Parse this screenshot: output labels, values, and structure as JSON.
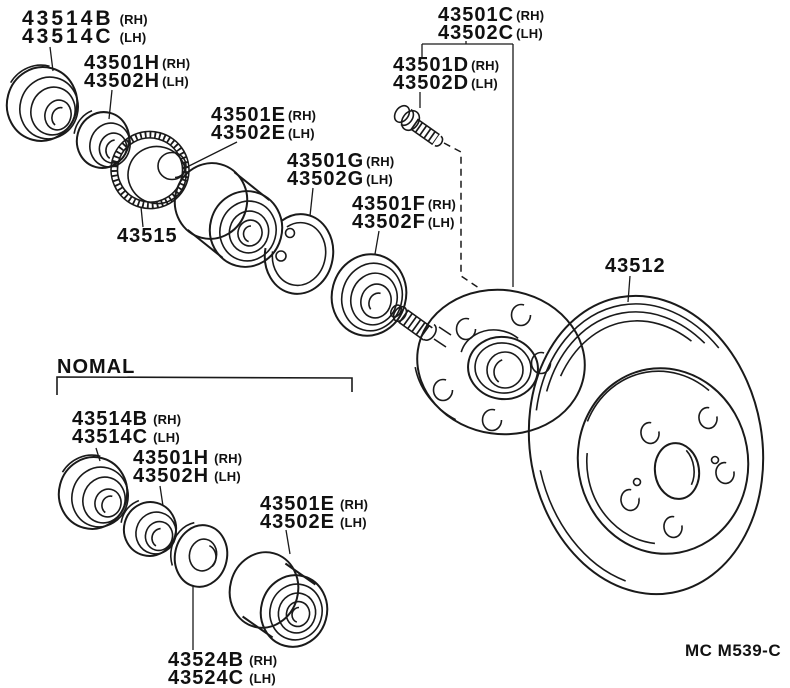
{
  "diagram": {
    "section_label": "NOMAL",
    "drawing_code": "MC M539-C"
  },
  "parts": {
    "dust_cap_top": {
      "rh": "43514B",
      "rh_tag": "(RH)",
      "lh": "43514C",
      "lh_tag": "(LH)"
    },
    "locknut_top": {
      "rh": "43501H",
      "rh_tag": "(RH)",
      "lh": "43502H",
      "lh_tag": "(LH)"
    },
    "abs_rotor": {
      "num": "43515"
    },
    "bearing_top": {
      "rh": "43501E",
      "rh_tag": "(RH)",
      "lh": "43502E",
      "lh_tag": "(LH)"
    },
    "snap_ring": {
      "rh": "43501G",
      "rh_tag": "(RH)",
      "lh": "43502G",
      "lh_tag": "(LH)"
    },
    "seal": {
      "rh": "43501F",
      "rh_tag": "(RH)",
      "lh": "43502F",
      "lh_tag": "(LH)"
    },
    "hub_bolt": {
      "rh": "43501D",
      "rh_tag": "(RH)",
      "lh": "43502D",
      "lh_tag": "(LH)"
    },
    "hub": {
      "rh": "43501C",
      "rh_tag": "(RH)",
      "lh": "43502C",
      "lh_tag": "(LH)"
    },
    "disc": {
      "num": "43512"
    },
    "dust_cap_low": {
      "rh": "43514B",
      "rh_tag": "(RH)",
      "lh": "43514C",
      "lh_tag": "(LH)"
    },
    "locknut_low": {
      "rh": "43501H",
      "rh_tag": "(RH)",
      "lh": "43502H",
      "lh_tag": "(LH)"
    },
    "bearing_low": {
      "rh": "43501E",
      "rh_tag": "(RH)",
      "lh": "43502E",
      "lh_tag": "(LH)"
    },
    "thrust_washer": {
      "rh": "43524B",
      "rh_tag": "(RH)",
      "lh": "43524C",
      "lh_tag": "(LH)"
    }
  }
}
